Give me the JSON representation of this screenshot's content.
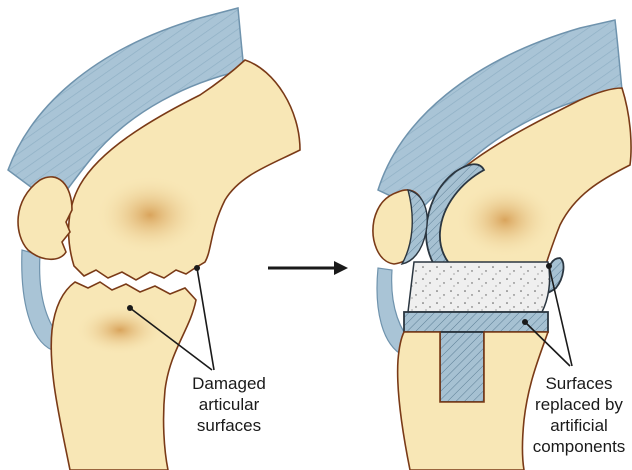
{
  "labels": {
    "left": [
      "Damaged",
      "articular",
      "surfaces"
    ],
    "right": [
      "Surfaces",
      "replaced by",
      "artificial",
      "components"
    ]
  },
  "colors": {
    "bone": "#f8e7b6",
    "bone_shade": "#dcaa63",
    "bone_outline": "#7a3a17",
    "tendon": "#a9c4d6",
    "tendon_line": "#6f93ad",
    "implant": "#a6c1d2",
    "implant_outline": "#2b3640",
    "spacer": "#eeeeee",
    "arrow": "#1a1a1a"
  }
}
